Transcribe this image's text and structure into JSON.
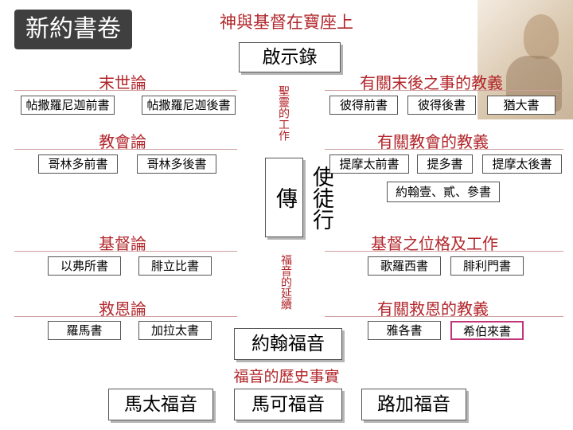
{
  "badge": "新約書卷",
  "top_title": "神與基督在寶座上",
  "revelation": "啟示錄",
  "center": {
    "holy_spirit_work": "聖靈的工作",
    "acts": "使徒行傳",
    "gospel_continuation": "福音的延續",
    "gospel_history": "福音的歷史事實"
  },
  "left": {
    "eschatology": {
      "heading": "末世論",
      "books": [
        "帖撒羅尼迦前書",
        "帖撒羅尼迦後書"
      ]
    },
    "ecclesiology": {
      "heading": "教會論",
      "books": [
        "哥林多前書",
        "哥林多後書"
      ]
    },
    "christology": {
      "heading": "基督論",
      "books": [
        "以弗所書",
        "腓立比書"
      ]
    },
    "soteriology": {
      "heading": "救恩論",
      "books": [
        "羅馬書",
        "加拉太書"
      ]
    }
  },
  "right": {
    "end_times": {
      "heading": "有關末後之事的教義",
      "books": [
        "彼得前書",
        "彼得後書",
        "猶大書"
      ]
    },
    "church": {
      "heading": "有關教會的教義",
      "books": [
        "提摩太前書",
        "提多書",
        "提摩太後書"
      ],
      "john": "約翰壹、貳、參書"
    },
    "christ": {
      "heading": "基督之位格及工作",
      "books": [
        "歌羅西書",
        "腓利門書"
      ]
    },
    "salvation": {
      "heading": "有關救恩的教義",
      "books": [
        "雅各書",
        "希伯來書"
      ]
    }
  },
  "gospels": {
    "john": "約翰福音",
    "matthew": "馬太福音",
    "mark": "馬可福音",
    "luke": "路加福音"
  },
  "colors": {
    "accent_red": "#b2252a",
    "badge_bg": "#3f3f3f",
    "highlight_border": "#c0357a"
  }
}
